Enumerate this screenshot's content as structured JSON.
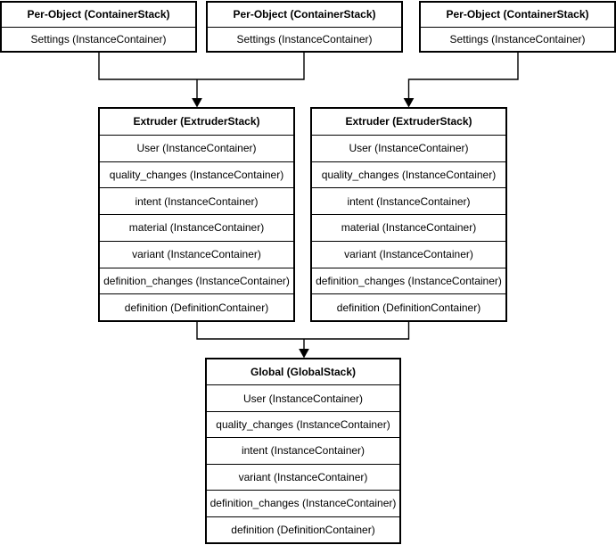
{
  "diagram": {
    "colors": {
      "background": "#ffffff",
      "border": "#000000",
      "text": "#000000"
    },
    "stacks": {
      "per_object_1": {
        "header": "Per-Object (ContainerStack)",
        "rows": [
          "Settings (InstanceContainer)"
        ]
      },
      "per_object_2": {
        "header": "Per-Object (ContainerStack)",
        "rows": [
          "Settings (InstanceContainer)"
        ]
      },
      "per_object_3": {
        "header": "Per-Object (ContainerStack)",
        "rows": [
          "Settings (InstanceContainer)"
        ]
      },
      "extruder_left": {
        "header": "Extruder (ExtruderStack)",
        "rows": [
          "User (InstanceContainer)",
          "quality_changes (InstanceContainer)",
          "intent (InstanceContainer)",
          "material (InstanceContainer)",
          "variant (InstanceContainer)",
          "definition_changes (InstanceContainer)",
          "definition (DefinitionContainer)"
        ]
      },
      "extruder_right": {
        "header": "Extruder (ExtruderStack)",
        "rows": [
          "User (InstanceContainer)",
          "quality_changes (InstanceContainer)",
          "intent (InstanceContainer)",
          "material (InstanceContainer)",
          "variant (InstanceContainer)",
          "definition_changes (InstanceContainer)",
          "definition (DefinitionContainer)"
        ]
      },
      "global": {
        "header": "Global (GlobalStack)",
        "rows": [
          "User (InstanceContainer)",
          "quality_changes (InstanceContainer)",
          "intent (InstanceContainer)",
          "variant (InstanceContainer)",
          "definition_changes (InstanceContainer)",
          "definition (DefinitionContainer)"
        ]
      }
    },
    "connections": [
      {
        "from": "per_object_1",
        "to": "extruder_left"
      },
      {
        "from": "per_object_2",
        "to": "extruder_left"
      },
      {
        "from": "per_object_3",
        "to": "extruder_right"
      },
      {
        "from": "extruder_left",
        "to": "global"
      },
      {
        "from": "extruder_right",
        "to": "global"
      }
    ]
  }
}
